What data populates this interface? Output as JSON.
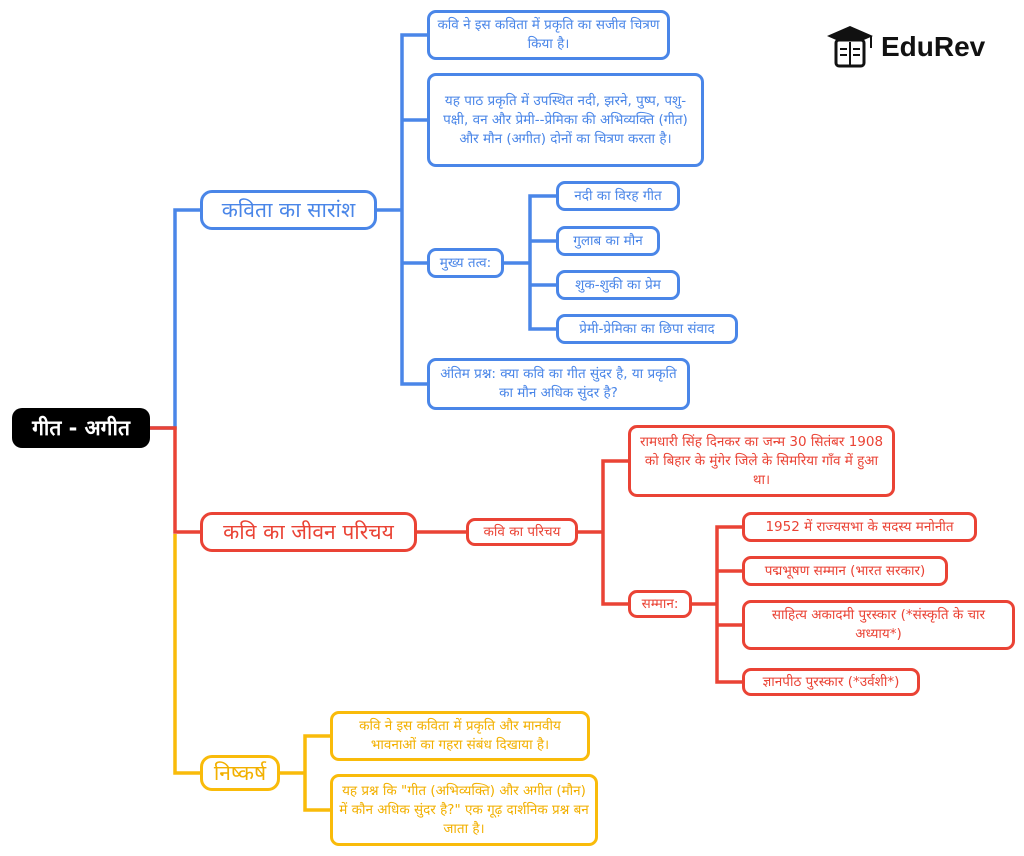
{
  "colors": {
    "summary": "#4a86e8",
    "biography": "#ea4335",
    "conclusion": "#f9bb0a",
    "root_bg": "#000000"
  },
  "logo": {
    "text": "EduRev",
    "icon": "graduation-cap-book-icon"
  },
  "root": {
    "label": "गीत - अगीत"
  },
  "summary": {
    "label": "कविता का सारांश",
    "items": [
      "कवि ने इस कविता में प्रकृति का सजीव चित्रण किया है।",
      "यह पाठ प्रकृति में उपस्थित नदी, झरने, पुष्प, पशु-पक्षी, वन और प्रेमी--प्रेमिका की अभिव्यक्ति (गीत) और मौन (अगीत) दोनों का चित्रण करता है।",
      "अंतिम प्रश्न: क्या कवि का गीत सुंदर है, या प्रकृति का मौन अधिक सुंदर है?"
    ],
    "elements": {
      "label": "मुख्य तत्व:",
      "items": [
        "नदी का विरह गीत",
        "गुलाब का मौन",
        "शुक-शुकी का प्रेम",
        "प्रेमी-प्रेमिका का छिपा संवाद"
      ]
    }
  },
  "biography": {
    "label": "कवि का जीवन परिचय",
    "intro": {
      "label": "कवि का परिचय",
      "birth": "रामधारी सिंह दिनकर का जन्म 30 सितंबर 1908 को बिहार के मुंगेर जिले के सिमरिया गाँव में हुआ था।"
    },
    "honours": {
      "label": "सम्मान:",
      "items": [
        "1952 में राज्यसभा के सदस्य मनोनीत",
        "पद्मभूषण सम्मान (भारत सरकार)",
        "साहित्य अकादमी पुरस्कार (*संस्कृति के चार अध्याय*)",
        "ज्ञानपीठ पुरस्कार (*उर्वशी*)"
      ]
    }
  },
  "conclusion": {
    "label": "निष्कर्ष",
    "items": [
      "कवि ने इस कविता में प्रकृति और मानवीय भावनाओं का गहरा संबंध दिखाया है।",
      "यह प्रश्न कि \"गीत (अभिव्यक्ति) और अगीत (मौन) में कौन अधिक सुंदर है?\" एक गूढ़ दार्शनिक प्रश्न बन जाता है।"
    ]
  }
}
